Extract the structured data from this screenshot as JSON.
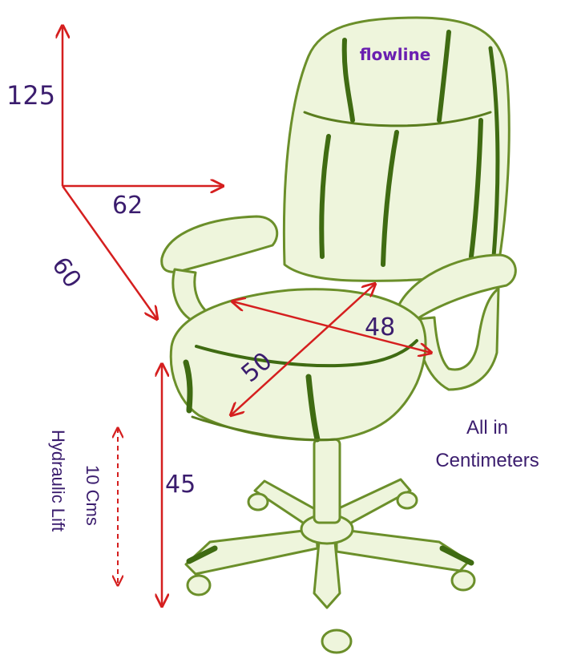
{
  "brand": {
    "logo_text": "flowline"
  },
  "dimensions": {
    "height_total": "125",
    "width_total": "62",
    "depth_total": "60",
    "seat_width": "48",
    "seat_depth": "50",
    "seat_height": "45",
    "lift_range": "10 Cms",
    "lift_label": "Hydraulic Lift"
  },
  "note": {
    "line1": "All in",
    "line2": "Centimeters"
  },
  "colors": {
    "arrow": "#d51f1f",
    "dimension_text": "#3b1d6e",
    "chair_outline": "#5a7d1e",
    "chair_fill": "#eef5dc",
    "brand": "#6a1fb0"
  }
}
